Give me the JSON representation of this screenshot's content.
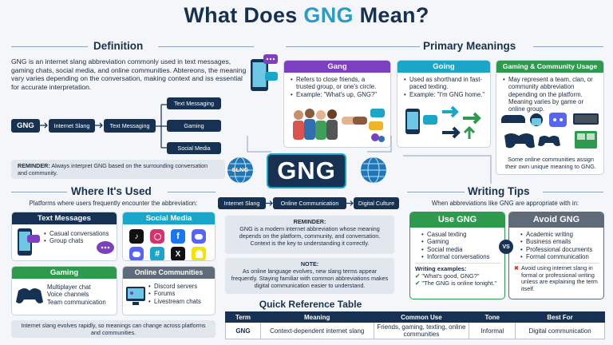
{
  "title": {
    "prefix": "What Does ",
    "accent": "GNG",
    "suffix": " Mean?"
  },
  "definition": {
    "heading": "Definition",
    "text": "GNG is an internet slang abbreviation commonly used in text messages, gaming chats, social media, and online communities. Abtereons, the meaning vary varies depending on the conversation, making context and iss essential for accurate interpretation.",
    "flow": {
      "start": "GNG",
      "step1": "Internet Slang",
      "step2": "Text Messaging"
    },
    "branches": [
      "Text Messaging",
      "Gaming",
      "Social Media"
    ],
    "reminder_label": "REMINDER:",
    "reminder_text": "Always interpret GNG based on the surrounding conversation and community."
  },
  "primary": {
    "heading": "Primary Meanings",
    "cards": [
      {
        "title": "Gang",
        "color": "#7b3fbf",
        "bullets": [
          "Refers to close friends, a trusted group, or one's circle.",
          "Example: \"What's up, GNG?\""
        ]
      },
      {
        "title": "Going",
        "color": "#1aa6c9",
        "bullets": [
          "Used as shorthand in fast-paced texting.",
          "Example: \"I'm GNG home.\""
        ]
      },
      {
        "title": "Gaming & Community Usage",
        "color": "#2e9a4e",
        "bullets": [
          "May represent a team, clan, or community abbreviation depending on the platform. Meaning varies by game or online group."
        ],
        "caption": "Some online communities assign their own unique meaning to GNG."
      }
    ]
  },
  "center": {
    "logo": "GNG",
    "globe_label": "SLNG",
    "flow": [
      "Internet Slang",
      "Online Communication",
      "Digital Culture"
    ],
    "reminder_label": "REMINDER:",
    "reminder_text": "GNG is a modern internet abbreviation whose meaning depends on the platform, community, and conversation. Context is the key to understanding it correctly.",
    "note_label": "NOTE:",
    "note_text": "As online language evolves, new slang terms appear frequently. Staying familiar with common abbreviations makes digital communication easier to understand."
  },
  "where": {
    "heading": "Where It's Used",
    "subtitle": "Platforms where users frequently encounter the abbreviation:",
    "cards": [
      {
        "title": "Text Messages",
        "bullets": [
          "Casual conversations",
          "Group chats"
        ]
      },
      {
        "title": "Social Media",
        "icons": [
          "tiktok-icon",
          "instagram-icon",
          "facebook-icon",
          "discord-icon",
          "discord-icon",
          "hashtag-icon",
          "x-icon",
          "snapchat-icon"
        ]
      },
      {
        "title": "Gaming",
        "lines": [
          "Multiplayer chat",
          "Voice channels",
          "Team communication"
        ]
      },
      {
        "title": "Online Communities",
        "bullets": [
          "Discord servers",
          "Forums",
          "Livestream chats"
        ]
      }
    ],
    "footer": "Internet slang evolves rapidly, so meanings can change across platforms and communities."
  },
  "tips": {
    "heading": "Writing Tips",
    "subtitle": "When abbreviations like GNG are appropriate with in:",
    "use": {
      "title": "Use GNG",
      "bullets": [
        "Casual texting",
        "Gaming",
        "Social media",
        "Informal conversations"
      ],
      "examples_label": "Writing examples:",
      "examples": [
        "\"What's good, GNG?\"",
        "\"The GNG is online tonight.\""
      ]
    },
    "vs": "VS",
    "avoid": {
      "title": "Avoid GNG",
      "bullets": [
        "Academic writing",
        "Business emails",
        "Professional documents",
        "Formal communication"
      ],
      "warning": "Avoid using internet slang in formal or professional writing unless are explaining the term itself."
    }
  },
  "table": {
    "heading": "Quick Reference Table",
    "columns": [
      "Term",
      "Meaning",
      "Common Use",
      "Tone",
      "Best For"
    ],
    "rows": [
      [
        "GNG",
        "Context-dependent internet slang",
        "Friends, gaming, texting, online communities",
        "Informal",
        "Digital communication"
      ]
    ]
  },
  "colors": {
    "navy": "#163152",
    "teal": "#1aa6c9",
    "purple": "#7b3fbf",
    "green": "#2e9a4e",
    "gray": "#5f6b78",
    "title_accent": "#2b9bc7"
  }
}
